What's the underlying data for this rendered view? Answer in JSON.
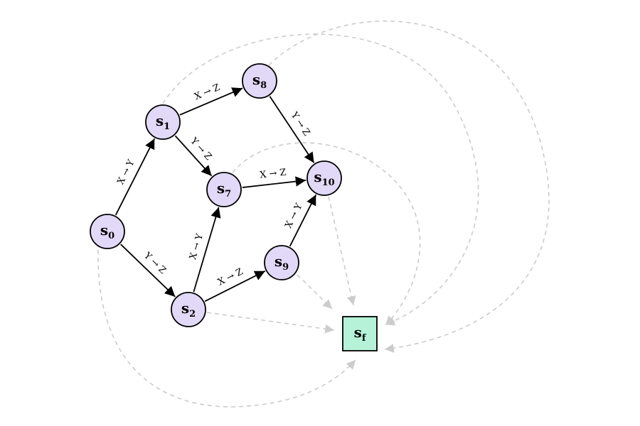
{
  "colors": {
    "state_fill": "#e2d8f7",
    "final_fill": "#b6f2d8",
    "edge": "#000000",
    "dashed_edge": "#cccccc"
  },
  "nodes": [
    {
      "id": "s0",
      "main": "s",
      "sub": "0",
      "shape": "circle"
    },
    {
      "id": "s1",
      "main": "s",
      "sub": "1",
      "shape": "circle"
    },
    {
      "id": "s2",
      "main": "s",
      "sub": "2",
      "shape": "circle"
    },
    {
      "id": "s7",
      "main": "s",
      "sub": "7",
      "shape": "circle"
    },
    {
      "id": "s8",
      "main": "s",
      "sub": "8",
      "shape": "circle"
    },
    {
      "id": "s9",
      "main": "s",
      "sub": "9",
      "shape": "circle"
    },
    {
      "id": "s10",
      "main": "s",
      "sub": "10",
      "shape": "circle"
    },
    {
      "id": "sf",
      "main": "s",
      "sub": "f",
      "shape": "square"
    }
  ],
  "edges": [
    {
      "from": "s0",
      "to": "s1",
      "label": "X → Y"
    },
    {
      "from": "s0",
      "to": "s2",
      "label": "Y → Z"
    },
    {
      "from": "s1",
      "to": "s8",
      "label": "X → Z"
    },
    {
      "from": "s1",
      "to": "s7",
      "label": "Y → Z"
    },
    {
      "from": "s2",
      "to": "s7",
      "label": "X → Y"
    },
    {
      "from": "s2",
      "to": "s9",
      "label": "X → Z"
    },
    {
      "from": "s8",
      "to": "s10",
      "label": "Y → Z"
    },
    {
      "from": "s7",
      "to": "s10",
      "label": "X → Z"
    },
    {
      "from": "s9",
      "to": "s10",
      "label": "X → Y"
    }
  ],
  "dashed_edges": [
    {
      "from": "s0",
      "to": "sf"
    },
    {
      "from": "s1",
      "to": "sf"
    },
    {
      "from": "s2",
      "to": "sf"
    },
    {
      "from": "s7",
      "to": "sf"
    },
    {
      "from": "s8",
      "to": "sf"
    },
    {
      "from": "s9",
      "to": "sf"
    },
    {
      "from": "s10",
      "to": "sf"
    }
  ]
}
